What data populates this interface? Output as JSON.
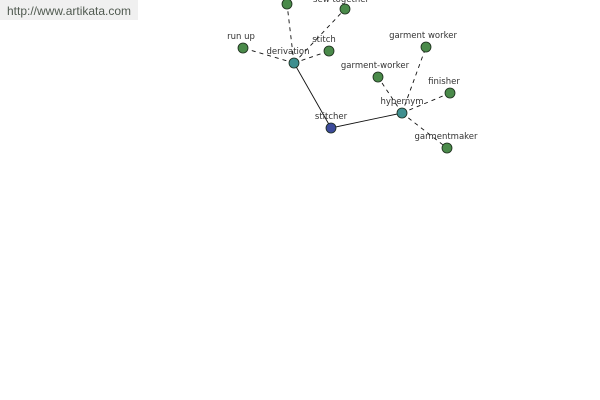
{
  "header": {
    "url": "http://www.artikata.com"
  },
  "colors": {
    "center": "#3c4a9a",
    "relation": "#3f8f8f",
    "leaf": "#4a8a4a",
    "node_stroke": "#1a2a1a",
    "edge": "#111111",
    "background": "#ffffff"
  },
  "nodes": [
    {
      "id": "center",
      "label": "stitcher",
      "kind": "center"
    },
    {
      "id": "derivation",
      "label": "derivation",
      "kind": "relation"
    },
    {
      "id": "hypernym",
      "label": "hypernym",
      "kind": "relation"
    },
    {
      "id": "leaf-top",
      "label": "",
      "kind": "leaf"
    },
    {
      "id": "leaf-sew",
      "label": "sew together",
      "kind": "leaf"
    },
    {
      "id": "leaf-runup",
      "label": "run up",
      "kind": "leaf"
    },
    {
      "id": "leaf-stitch",
      "label": "stitch",
      "kind": "leaf"
    },
    {
      "id": "leaf-gw",
      "label": "garment worker",
      "kind": "leaf"
    },
    {
      "id": "leaf-gw2",
      "label": "garment-worker",
      "kind": "leaf"
    },
    {
      "id": "leaf-finisher",
      "label": "finisher",
      "kind": "leaf"
    },
    {
      "id": "leaf-gm",
      "label": "garmentmaker",
      "kind": "leaf"
    }
  ],
  "edges": [
    {
      "from": "center",
      "to": "derivation",
      "style": "solid"
    },
    {
      "from": "center",
      "to": "hypernym",
      "style": "solid"
    },
    {
      "from": "derivation",
      "to": "leaf-top",
      "style": "dashed"
    },
    {
      "from": "derivation",
      "to": "leaf-sew",
      "style": "dashed"
    },
    {
      "from": "derivation",
      "to": "leaf-runup",
      "style": "dashed"
    },
    {
      "from": "derivation",
      "to": "leaf-stitch",
      "style": "dashed"
    },
    {
      "from": "hypernym",
      "to": "leaf-gw",
      "style": "dashed"
    },
    {
      "from": "hypernym",
      "to": "leaf-gw2",
      "style": "dashed"
    },
    {
      "from": "hypernym",
      "to": "leaf-finisher",
      "style": "dashed"
    },
    {
      "from": "hypernym",
      "to": "leaf-gm",
      "style": "dashed"
    }
  ]
}
